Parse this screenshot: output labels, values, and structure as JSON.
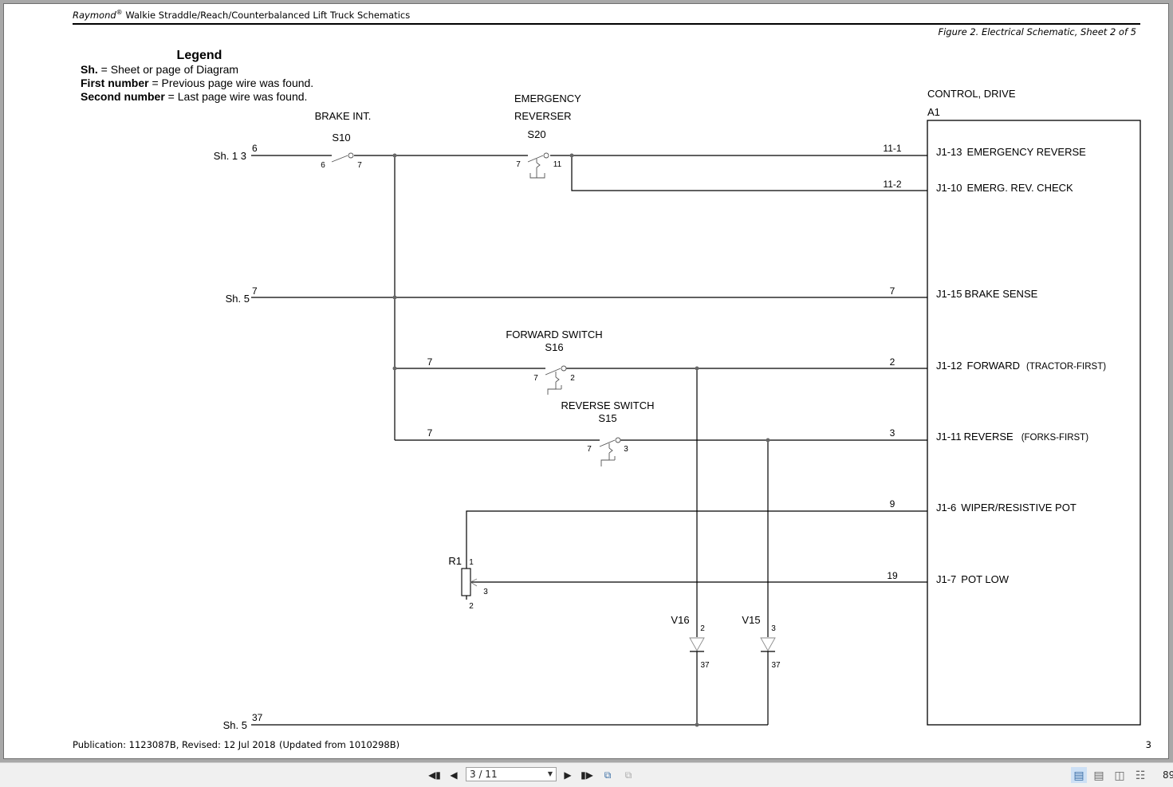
{
  "document": {
    "header_title_brand": "Raymond",
    "header_title_reg": "®",
    "header_title_rest": " Walkie Straddle/Reach/Counterbalanced Lift Truck Schematics",
    "figure_caption": "Figure 2.  Electrical Schematic, Sheet 2 of 5",
    "footer_publication": "Publication: 1123087B, Revised: 12 Jul 2018",
    "footer_updated": "(Updated from 1010298B)",
    "page_number": "3"
  },
  "legend": {
    "title": "Legend",
    "rows": [
      {
        "term": "Sh.",
        "desc": " = Sheet or page of Diagram"
      },
      {
        "term": "First number",
        "desc": " = Previous page wire was found."
      },
      {
        "term": "Second number",
        "desc": " = Last page wire was found."
      }
    ]
  },
  "components": {
    "s10": {
      "name": "BRAKE INT.",
      "ref": "S10",
      "pin_in": "6",
      "pin_out": "7"
    },
    "s20": {
      "name_line1": "EMERGENCY",
      "name_line2": "REVERSER",
      "ref": "S20",
      "pin_in": "7",
      "pin_out": "11"
    },
    "s16": {
      "name": "FORWARD SWITCH",
      "ref": "S16",
      "pin_in": "7",
      "pin_out": "2"
    },
    "s15": {
      "name": "REVERSE SWITCH",
      "ref": "S15",
      "pin_in": "7",
      "pin_out": "3"
    },
    "r1": {
      "ref": "R1",
      "pin1": "1",
      "pin2": "2",
      "pin3": "3"
    },
    "v16": {
      "ref": "V16",
      "pin_anode": "2",
      "pin_cathode": "37"
    },
    "v15": {
      "ref": "V15",
      "pin_anode": "3",
      "pin_cathode": "37"
    },
    "a1": {
      "name": "CONTROL, DRIVE",
      "ref": "A1"
    }
  },
  "sheet_refs": [
    {
      "label": "Sh. 1 3",
      "wire": "6"
    },
    {
      "label": "Sh. 5",
      "wire": "7"
    },
    {
      "label": "Sh. 5",
      "wire": "37"
    }
  ],
  "wires": {
    "w11_1": "11-1",
    "w11_2": "11-2",
    "w7_brake": "7",
    "w2": "2",
    "w3": "3",
    "w9": "9",
    "w19": "19",
    "w7_fwd": "7",
    "w7_rev": "7"
  },
  "a1_pins": [
    {
      "pin": "J1-13",
      "label": "EMERGENCY REVERSE",
      "note": ""
    },
    {
      "pin": "J1-10",
      "label": "EMERG. REV. CHECK",
      "note": ""
    },
    {
      "pin": "J1-15",
      "label": "BRAKE SENSE",
      "note": ""
    },
    {
      "pin": "J1-12",
      "label": "FORWARD",
      "note": "(TRACTOR-FIRST)"
    },
    {
      "pin": "J1-11",
      "label": "REVERSE",
      "note": "(FORKS-FIRST)"
    },
    {
      "pin": "J1-6",
      "label": "WIPER/RESISTIVE POT",
      "note": ""
    },
    {
      "pin": "J1-7",
      "label": "POT LOW",
      "note": ""
    }
  ],
  "viewer": {
    "page_indicator": "3 / 11",
    "zoom_level": "89",
    "icons": {
      "first": "first-page-icon",
      "prev": "previous-page-icon",
      "next": "next-page-icon",
      "last": "last-page-icon"
    }
  }
}
